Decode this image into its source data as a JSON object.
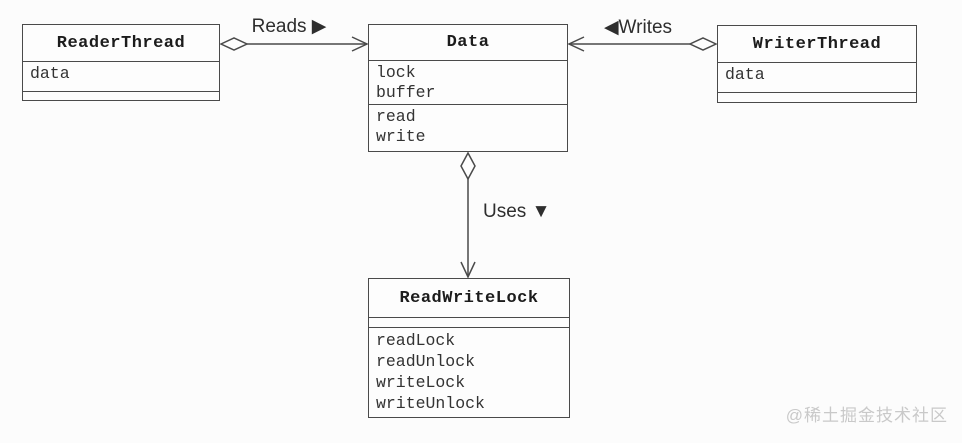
{
  "diagram": {
    "classes": [
      {
        "name": "ReaderThread",
        "attributes": [
          "data"
        ],
        "methods": []
      },
      {
        "name": "Data",
        "attributes": [
          "lock",
          "buffer"
        ],
        "methods": [
          "read",
          "write"
        ]
      },
      {
        "name": "WriterThread",
        "attributes": [
          "data"
        ],
        "methods": []
      },
      {
        "name": "ReadWriteLock",
        "attributes": [],
        "methods": [
          "readLock",
          "readUnlock",
          "writeLock",
          "writeUnlock"
        ]
      }
    ],
    "relationships": [
      {
        "id": "reads",
        "label": "Reads ▶",
        "from": "ReaderThread",
        "to": "Data",
        "type": "aggregation",
        "diamond_at": "ReaderThread"
      },
      {
        "id": "writes",
        "label": "◀Writes",
        "from": "WriterThread",
        "to": "Data",
        "type": "aggregation",
        "diamond_at": "WriterThread"
      },
      {
        "id": "uses",
        "label": "Uses ▼",
        "from": "Data",
        "to": "ReadWriteLock",
        "type": "aggregation",
        "diamond_at": "Data"
      }
    ]
  },
  "watermark": "@稀土掘金技术社区",
  "colors": {
    "line": "#4a4a4a",
    "class_name_text": "#1c1c1c",
    "member_text": "#333333",
    "label_text": "#2e2e2e",
    "watermark_text": "#c9c9c9",
    "background": "#fcfcfc"
  }
}
